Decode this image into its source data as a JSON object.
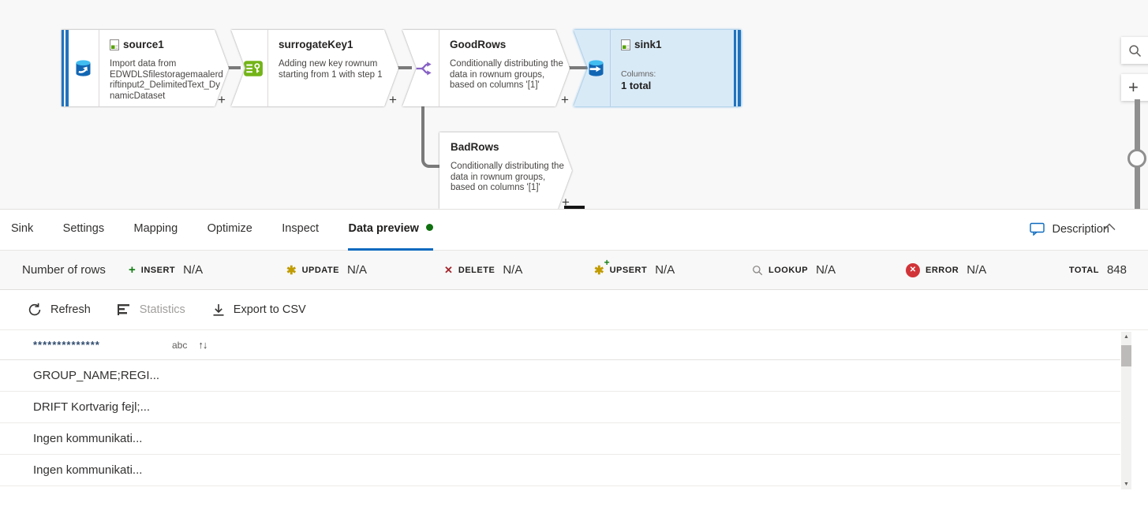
{
  "colors": {
    "accent_blue": "#0c6abf",
    "canvas_bg": "#f8f8f8",
    "selected_node_bg": "#d9eaf7",
    "selected_node_border": "#4a9bd5",
    "dataset_stripe_blue": "#2173be",
    "live_dot_green": "#0e700e",
    "insert_green": "#107c10",
    "update_gold": "#c19c00",
    "delete_red": "#a4262c",
    "error_red": "#d13438",
    "surrogate_key_green": "#73b418",
    "split_purple": "#8661c5",
    "dataset_icon_blue": "#1166b3"
  },
  "graph": {
    "plus_label": "+",
    "nodes": [
      {
        "id": "source1",
        "title": "source1",
        "description": "Import data from EDWDLSfilestoragemaalerdriftinput2_DelimitedText_DynamicDataset"
      },
      {
        "id": "surrogateKey1",
        "title": "surrogateKey1",
        "description": "Adding new key rownum starting from 1 with step 1"
      },
      {
        "id": "GoodRows",
        "title": "GoodRows",
        "description": "Conditionally distributing the data in rownum groups, based on columns '[1]'"
      },
      {
        "id": "sink1",
        "title": "sink1",
        "columns_label": "Columns:",
        "columns_value": "1 total"
      },
      {
        "id": "BadRows",
        "title": "BadRows",
        "description": "Conditionally distributing the data in rownum groups, based on columns '[1]'"
      }
    ]
  },
  "canvas_controls": {
    "search_icon": "magnifier",
    "zoom_in_label": "+",
    "zoom_slider": "vertical-zoom-slider"
  },
  "tabs": {
    "items": [
      {
        "label": "Sink"
      },
      {
        "label": "Settings"
      },
      {
        "label": "Mapping"
      },
      {
        "label": "Optimize"
      },
      {
        "label": "Inspect"
      },
      {
        "label": "Data preview",
        "active": true,
        "live_dot": true
      }
    ]
  },
  "description": {
    "label": "Description",
    "icon": "speech-bubble-icon",
    "collapse_icon": "chevron-up"
  },
  "stats": {
    "row_label": "Number of rows",
    "items": [
      {
        "label": "INSERT",
        "value": "N/A",
        "icon": "plus-icon"
      },
      {
        "label": "UPDATE",
        "value": "N/A",
        "icon": "asterisk-icon"
      },
      {
        "label": "DELETE",
        "value": "N/A",
        "icon": "x-icon"
      },
      {
        "label": "UPSERT",
        "value": "N/A",
        "icon": "asterisk-plus-icon"
      },
      {
        "label": "LOOKUP",
        "value": "N/A",
        "icon": "magnifier-icon"
      },
      {
        "label": "ERROR",
        "value": "N/A",
        "icon": "error-circle-icon",
        "error_glyph": "✕"
      }
    ],
    "total_label": "TOTAL",
    "total_value": "848"
  },
  "toolbar": {
    "refresh_label": "Refresh",
    "statistics_label": "Statistics",
    "export_label": "Export to CSV"
  },
  "table": {
    "column_header": "**************",
    "type_label": "abc",
    "sort_icon": "↑↓",
    "scroll_up_icon": "▲",
    "scroll_down_icon": "▼",
    "rows": [
      "GROUP_NAME;REGI...",
      "DRIFT Kortvarig fejl;...",
      "Ingen kommunikati...",
      "Ingen kommunikati..."
    ]
  }
}
